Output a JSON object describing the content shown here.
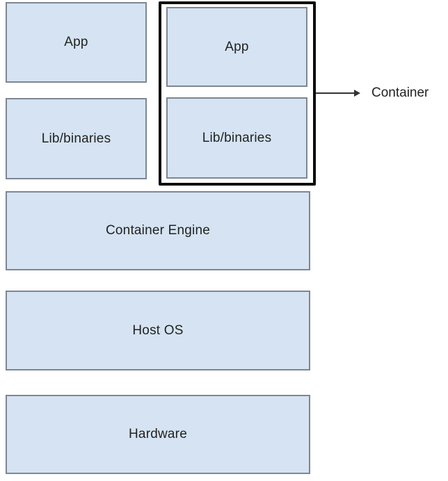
{
  "colors": {
    "box_fill": "#d5e3f2",
    "box_border": "#7d8694",
    "container_border": "#0b0b0b",
    "text": "#222222",
    "arrow": "#333333",
    "bg": "#ffffff"
  },
  "diagram": {
    "left_stack": {
      "app_label": "App",
      "lib_label": "Lib/binaries"
    },
    "container_group": {
      "app_label": "App",
      "lib_label": "Lib/binaries",
      "annotation": "Container"
    },
    "layers": [
      {
        "label": "Container Engine"
      },
      {
        "label": "Host OS"
      },
      {
        "label": "Hardware"
      }
    ]
  }
}
